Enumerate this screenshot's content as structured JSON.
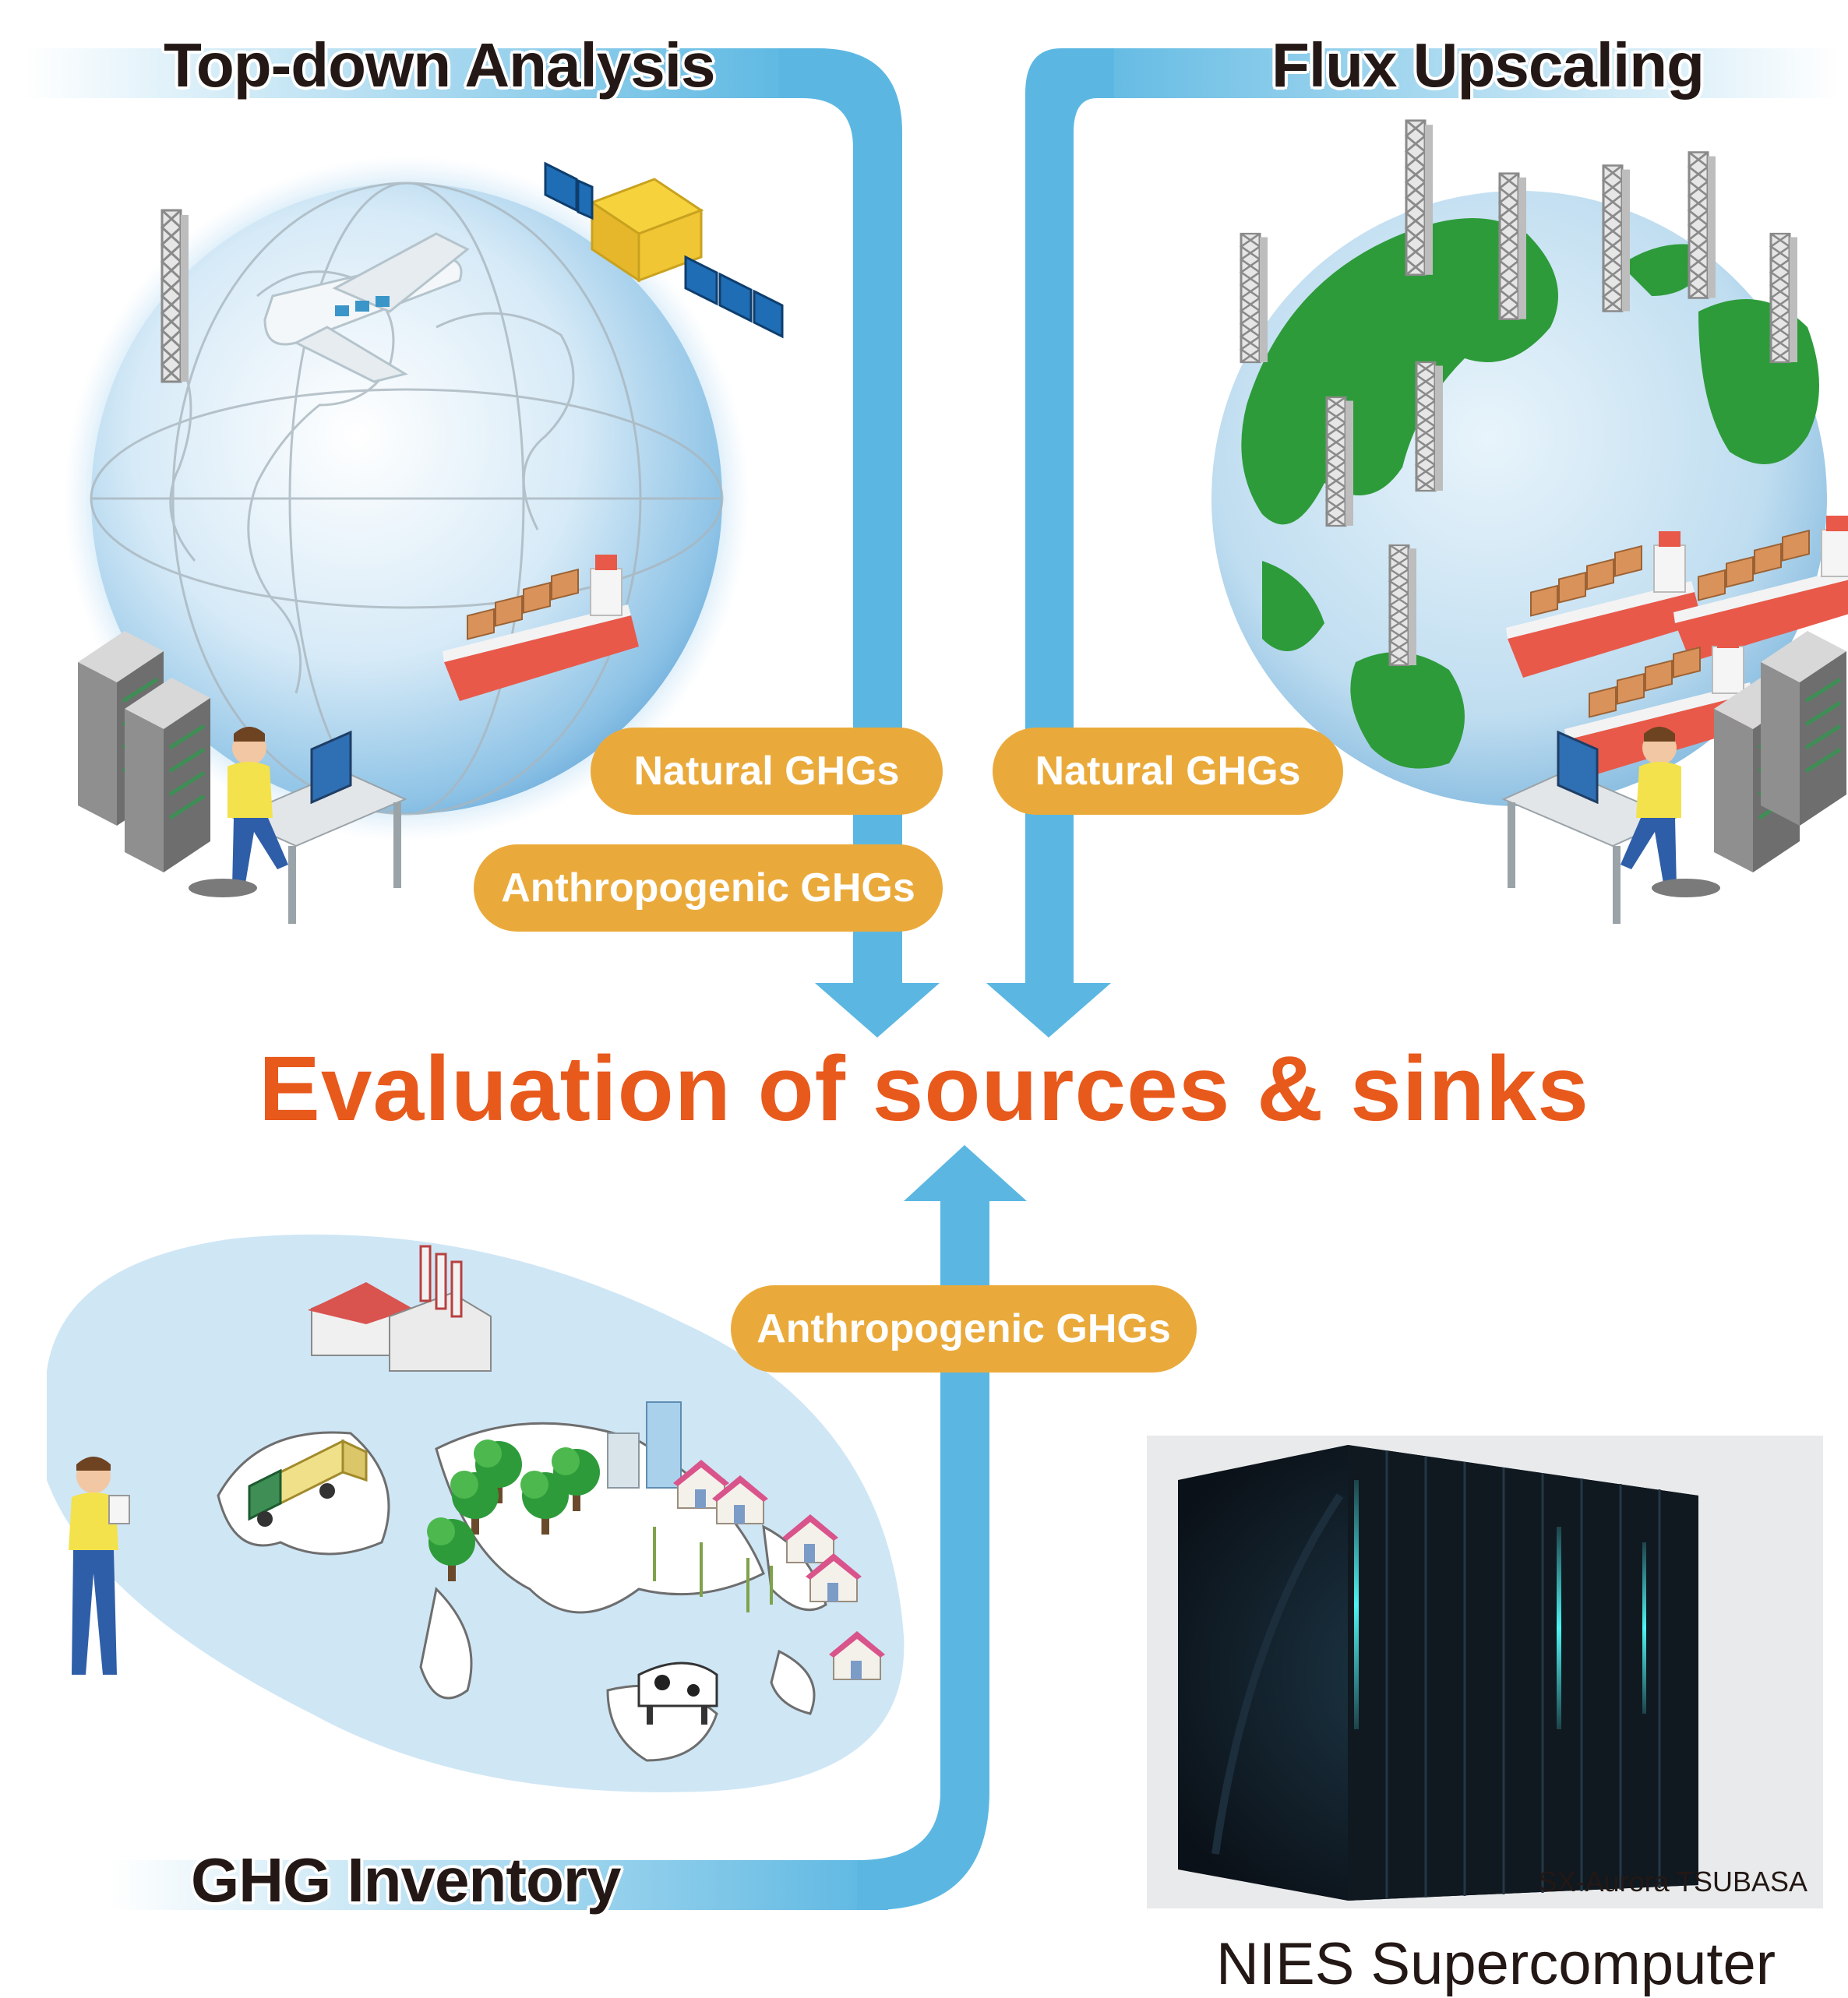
{
  "sections": {
    "top_down": "Top-down Analysis",
    "flux": "Flux Upscaling",
    "inventory": "GHG Inventory"
  },
  "pills": {
    "natural_left": "Natural GHGs",
    "anthro_left": "Anthropogenic GHGs",
    "natural_right": "Natural GHGs",
    "anthro_bottom": "Anthropogenic GHGs"
  },
  "main_title": "Evaluation of sources & sinks",
  "supercomputer": {
    "caption": "SX-Aurora TSUBASA",
    "title": "NIES Supercomputer"
  },
  "colors": {
    "arrow_blue": "#5BB7E2",
    "pill_orange": "#EAAA3B",
    "title_orange": "#E8591C",
    "land_green": "#2E9B3A",
    "ocean_light": "#CFE6F5"
  },
  "icons": [
    "globe-icon",
    "airplane-icon",
    "satellite-icon",
    "cargo-ship-icon",
    "flux-tower-icon",
    "server-rack-icon",
    "researcher-icon",
    "factory-icon",
    "truck-icon",
    "tree-icon",
    "house-icon",
    "cow-icon",
    "crop-icon",
    "person-icon",
    "supercomputer-icon"
  ]
}
